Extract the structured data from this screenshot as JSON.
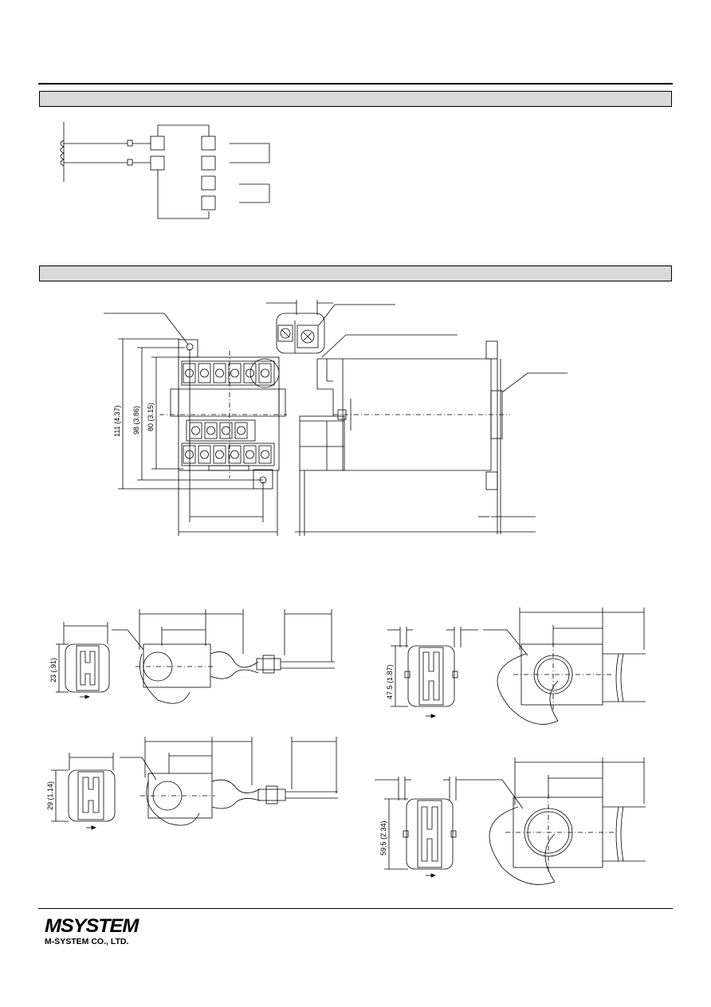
{
  "brand": {
    "logo_text": "MSYSTEM",
    "company": "M-SYSTEM CO., LTD."
  },
  "dimensions": {
    "height_111": "111 (4.37)",
    "height_98": "98 (3.86)",
    "height_80": "80 (3.15)",
    "sensor_a_height": "23 (.91)",
    "sensor_b_height": "29 (1.14)",
    "sensor_c_height": "47.5 (1.87)",
    "sensor_d_height": "59.5 (2.34)"
  },
  "colors": {
    "band": "#d9d9d9",
    "line": "#000000"
  }
}
